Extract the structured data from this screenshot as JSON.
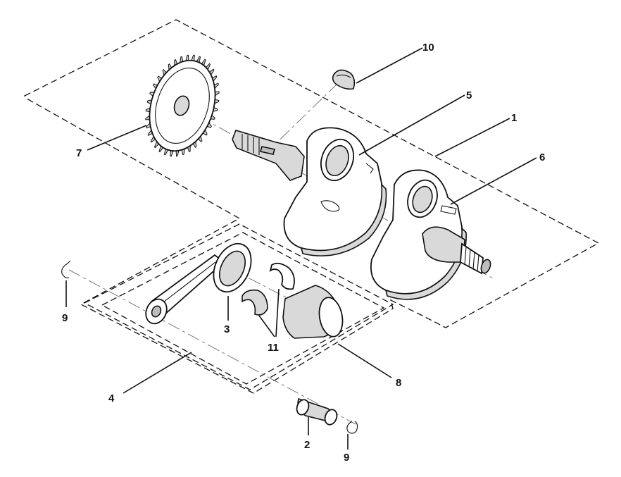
{
  "diagram": {
    "type": "exploded-parts-view",
    "callouts": [
      {
        "id": "1",
        "label": "1"
      },
      {
        "id": "2",
        "label": "2"
      },
      {
        "id": "3",
        "label": "3"
      },
      {
        "id": "4",
        "label": "4"
      },
      {
        "id": "5",
        "label": "5"
      },
      {
        "id": "6",
        "label": "6"
      },
      {
        "id": "7",
        "label": "7"
      },
      {
        "id": "8",
        "label": "8"
      },
      {
        "id": "9a",
        "label": "9"
      },
      {
        "id": "9b",
        "label": "9"
      },
      {
        "id": "10",
        "label": "10"
      },
      {
        "id": "11",
        "label": "11"
      }
    ],
    "colors": {
      "ink": "#111111",
      "shade": "#d9d9d9",
      "dark_shade": "#bdbdbd",
      "background": "#ffffff"
    }
  }
}
